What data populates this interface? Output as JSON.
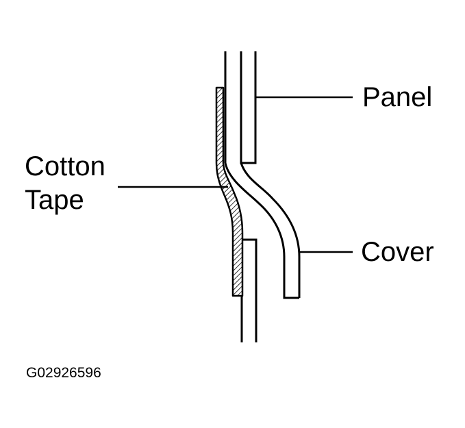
{
  "labels": {
    "panel": "Panel",
    "cotton_line1": "Cotton",
    "cotton_line2": "Tape",
    "cover": "Cover"
  },
  "figure_code": "G02926596"
}
